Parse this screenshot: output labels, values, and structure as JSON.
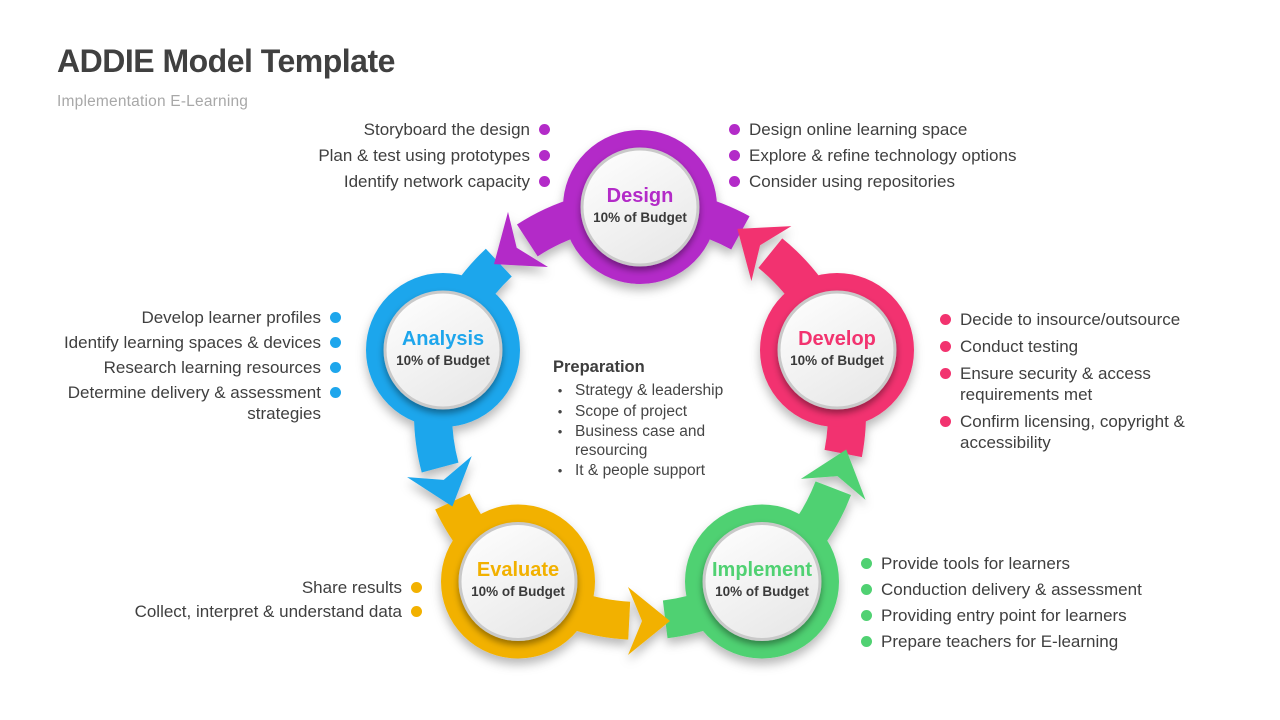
{
  "header": {
    "title": "ADDIE Model Template",
    "subtitle": "Implementation E-Learning"
  },
  "colors": {
    "design": "#B32BC8",
    "develop": "#F2336F",
    "implement": "#50D172",
    "evaluate": "#F2B100",
    "analysis": "#1EA6EC",
    "text_dark": "#3F3F3F",
    "text_muted": "#A8A8A8"
  },
  "nodes": [
    {
      "id": "design",
      "label": "Design",
      "budget": "10% of Budget"
    },
    {
      "id": "develop",
      "label": "Develop",
      "budget": "10% of Budget"
    },
    {
      "id": "implement",
      "label": "Implement",
      "budget": "10% of Budget"
    },
    {
      "id": "evaluate",
      "label": "Evaluate",
      "budget": "10% of Budget"
    },
    {
      "id": "analysis",
      "label": "Analysis",
      "budget": "10% of Budget"
    }
  ],
  "lists": {
    "design_left": {
      "node": "design",
      "items": [
        [
          "Storyboard the design"
        ],
        [
          "Plan & test using prototypes"
        ],
        [
          "Identify network capacity"
        ]
      ]
    },
    "design_right": {
      "node": "design",
      "items": [
        [
          "Design online learning space"
        ],
        [
          "Explore & refine technology options"
        ],
        [
          "Consider using repositories"
        ]
      ]
    },
    "analysis_left": {
      "node": "analysis",
      "items": [
        [
          "Develop learner profiles"
        ],
        [
          "Identify learning spaces & devices"
        ],
        [
          "Research learning resources"
        ],
        [
          "Determine delivery & assessment",
          "strategies"
        ]
      ]
    },
    "develop_right": {
      "node": "develop",
      "items": [
        [
          "Decide to insource/outsource"
        ],
        [
          "Conduct testing"
        ],
        [
          "Ensure security & access",
          "requirements met"
        ],
        [
          "Confirm licensing, copyright &",
          "accessibility"
        ]
      ]
    },
    "evaluate_left": {
      "node": "evaluate",
      "items": [
        [
          "Share results"
        ],
        [
          "Collect, interpret & understand data"
        ]
      ]
    },
    "implement_right": {
      "node": "implement",
      "items": [
        [
          "Provide tools for learners"
        ],
        [
          "Conduction delivery & assessment"
        ],
        [
          "Providing entry point for learners"
        ],
        [
          "Prepare teachers for E-learning"
        ]
      ]
    }
  },
  "center_note": {
    "heading": "Preparation",
    "items": [
      [
        "Strategy & leadership"
      ],
      [
        "Scope of project"
      ],
      [
        "Business case and",
        "resourcing"
      ],
      [
        "It & people support"
      ]
    ]
  }
}
